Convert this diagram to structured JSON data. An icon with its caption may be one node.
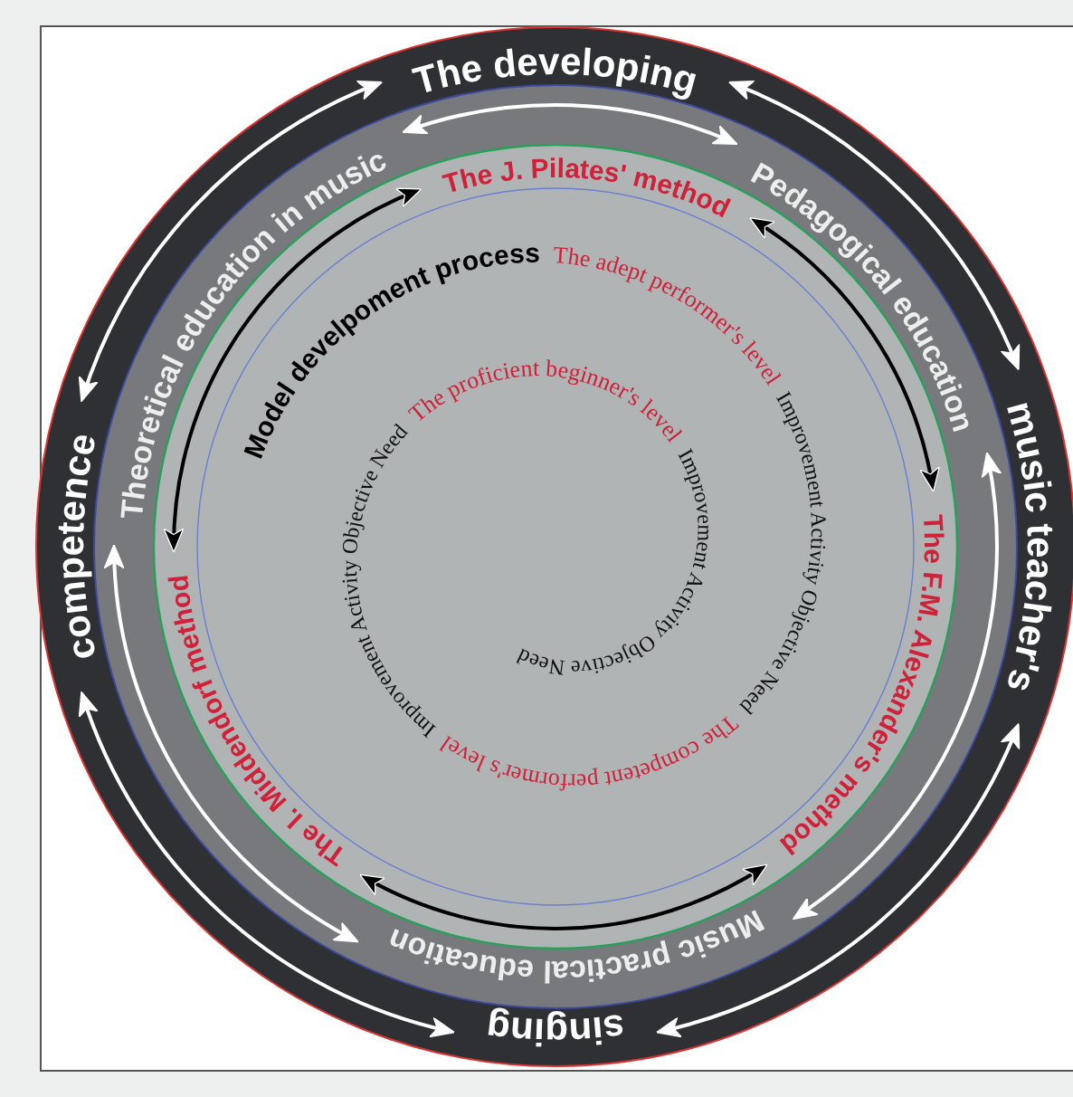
{
  "diagram": {
    "nodes": [
      {
        "text": [
          "The developing"
        ]
      },
      {
        "text": [
          "music teacher's"
        ]
      },
      {
        "text": [
          "singing"
        ]
      },
      {
        "text": [
          "competence"
        ]
      },
      {
        "text": [
          "Theoretical education in music"
        ]
      },
      {
        "text": [
          "Pedagogical education"
        ]
      },
      {
        "text": [
          "Music practical education"
        ]
      },
      {
        "text": [
          "The J. Pilates' method"
        ]
      },
      {
        "text": [
          "The F.M. Alexander's method"
        ]
      },
      {
        "text": [
          "The I. Middendorf method"
        ]
      }
    ],
    "edges": [
      {
        "from": 0,
        "to": 1,
        "arrow": "both"
      },
      {
        "from": 1,
        "to": 2,
        "arrow": "both"
      },
      {
        "from": 2,
        "to": 3,
        "arrow": "both"
      },
      {
        "from": 3,
        "to": 0,
        "arrow": "both"
      },
      {
        "from": 4,
        "to": 5,
        "arrow": "both"
      },
      {
        "from": 5,
        "to": 6,
        "arrow": "both"
      },
      {
        "from": 6,
        "to": 4,
        "arrow": "both"
      },
      {
        "from": 7,
        "to": 8,
        "arrow": "both",
        "color": "#000000"
      },
      {
        "from": 8,
        "to": 9,
        "arrow": "both",
        "color": "#000000"
      },
      {
        "from": 9,
        "to": 7,
        "arrow": "both",
        "color": "#000000"
      }
    ],
    "labels": [
      "Model develpoment process",
      "The adept performer's level",
      "Improvement Activity Objective Need",
      "The competent performer's level",
      "Improvement Activity Objective Need",
      "The proficient beginner's level",
      "Improvement Activity Objective Need"
    ]
  }
}
